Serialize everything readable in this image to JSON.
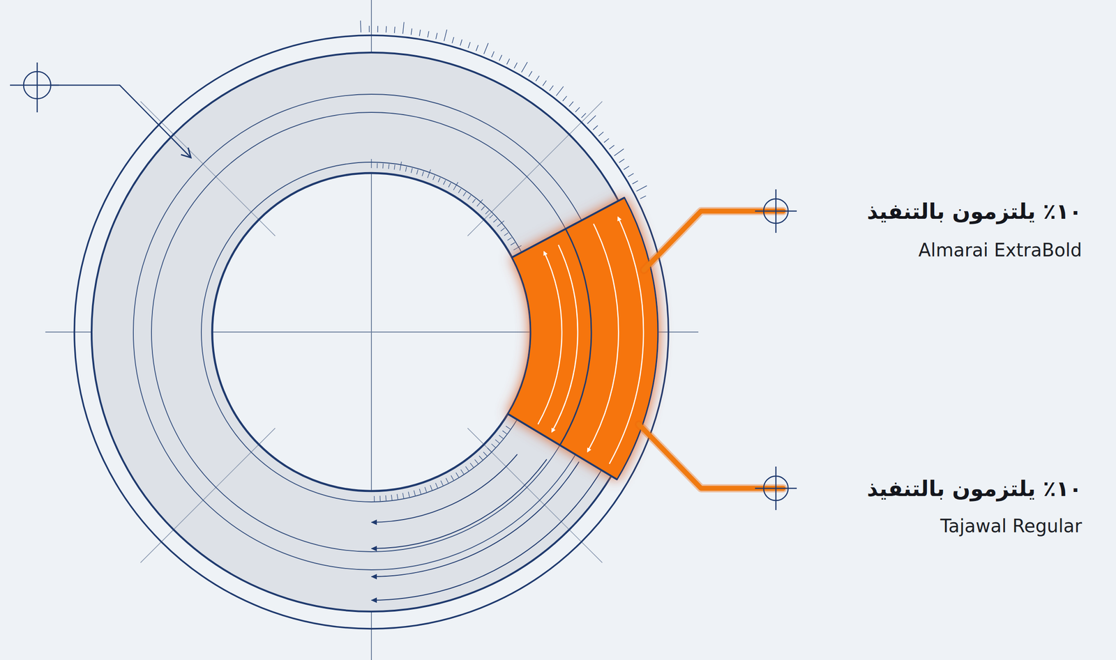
{
  "diagram": {
    "labels": [
      "١٠٪ يلتزمون بالتنفيذ",
      "Almarai ExtraBold",
      "١٠٪ يلتزمون بالتنفيذ",
      "Tajawal Regular"
    ]
  }
}
